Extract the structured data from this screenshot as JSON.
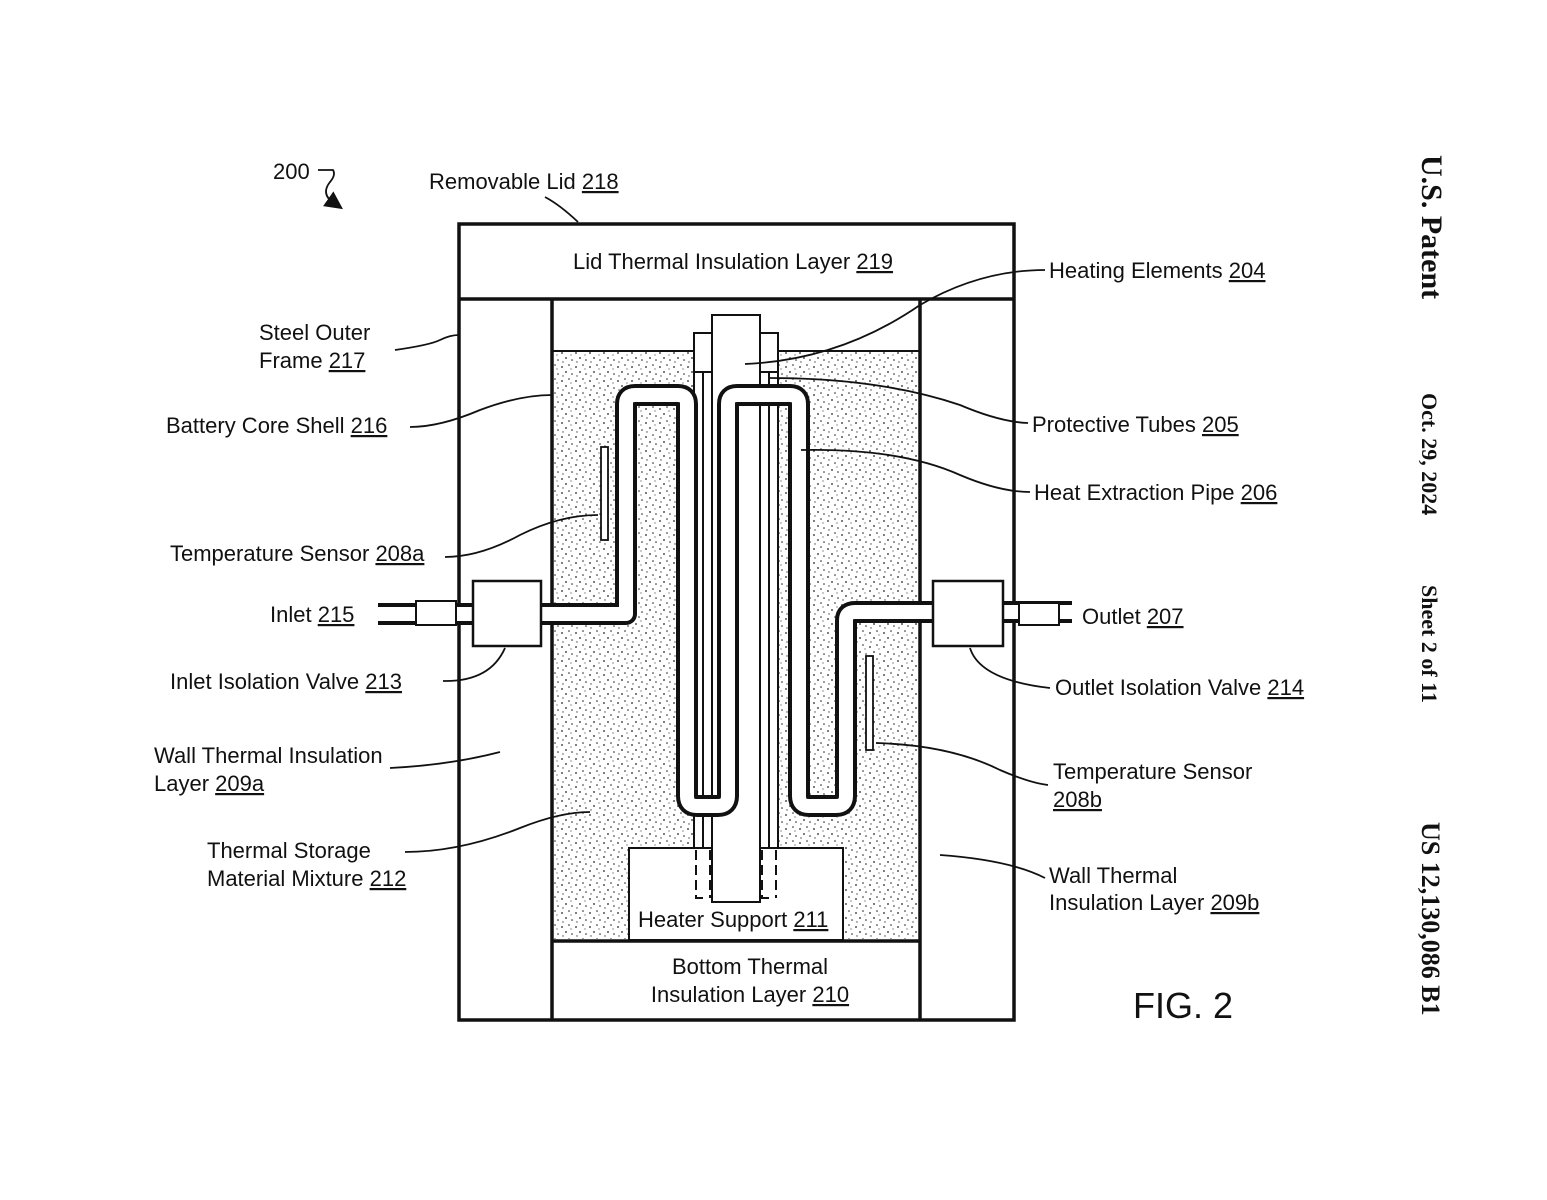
{
  "figure": {
    "title": "FIG. 2",
    "reference_number": "200"
  },
  "header": {
    "patent": "U.S. Patent",
    "date": "Oct. 29, 2024",
    "sheet": "Sheet 2 of 11",
    "number": "US 12,130,086 B1"
  },
  "labels": {
    "removable_lid": {
      "text": "Removable Lid ",
      "num": "218"
    },
    "lid_insulation": {
      "text": "Lid Thermal Insulation Layer ",
      "num": "219"
    },
    "heating_elements": {
      "text": "Heating Elements ",
      "num": "204"
    },
    "steel_frame_1": {
      "text": "Steel Outer"
    },
    "steel_frame_2": {
      "text": "Frame ",
      "num": "217"
    },
    "battery_shell": {
      "text": "Battery Core Shell ",
      "num": "216"
    },
    "protective_tubes": {
      "text": "Protective Tubes ",
      "num": "205"
    },
    "heat_pipe": {
      "text": "Heat Extraction Pipe ",
      "num": "206"
    },
    "temp_sensor_a": {
      "text": "Temperature Sensor ",
      "num": "208a"
    },
    "inlet": {
      "text": "Inlet ",
      "num": "215"
    },
    "outlet": {
      "text": "Outlet ",
      "num": "207"
    },
    "inlet_valve": {
      "text": "Inlet Isolation Valve ",
      "num": "213"
    },
    "outlet_valve": {
      "text": "Outlet Isolation Valve ",
      "num": "214"
    },
    "wall_a_1": {
      "text": "Wall Thermal Insulation"
    },
    "wall_a_2": {
      "text": "Layer ",
      "num": "209a"
    },
    "temp_sensor_b_1": {
      "text": "Temperature Sensor"
    },
    "temp_sensor_b_2": {
      "num": "208b"
    },
    "storage_1": {
      "text": "Thermal Storage"
    },
    "storage_2": {
      "text": "Material Mixture ",
      "num": "212"
    },
    "wall_b_1": {
      "text": "Wall Thermal"
    },
    "wall_b_2": {
      "text": "Insulation Layer ",
      "num": "209b"
    },
    "heater_support": {
      "text": "Heater Support ",
      "num": "211"
    },
    "bottom_1": {
      "text": "Bottom Thermal"
    },
    "bottom_2": {
      "text": "Insulation Layer ",
      "num": "210"
    }
  }
}
